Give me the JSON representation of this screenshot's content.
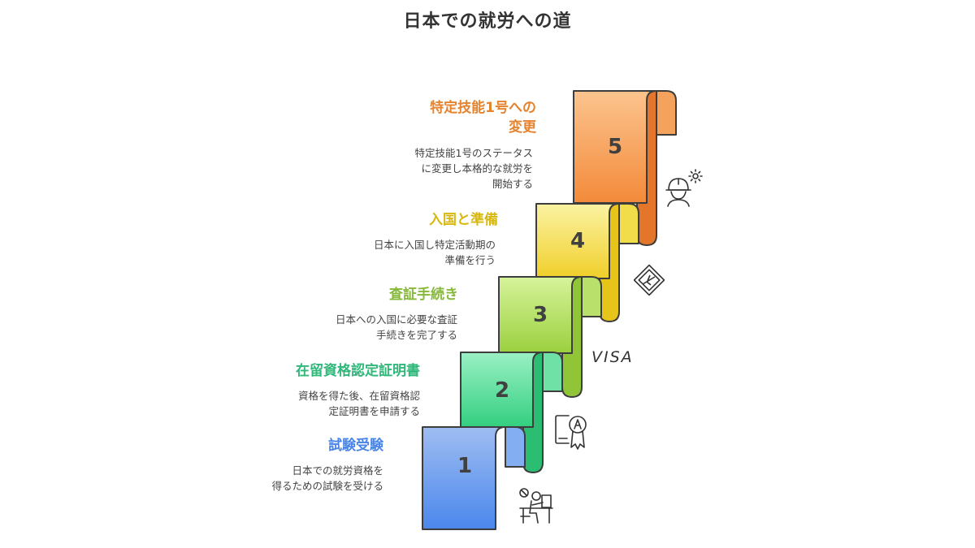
{
  "title": "日本での就労への道",
  "steps": [
    {
      "number": "1",
      "heading": "試験受験",
      "desc_lines": [
        "日本での就労資格を",
        "得るための試験を受ける"
      ],
      "color": "#4a86e8",
      "icon": "exam-desk-icon"
    },
    {
      "number": "2",
      "heading": "在留資格認定証明書",
      "desc_lines": [
        "資格を得た後、在留資格認",
        "定証明書を申請する"
      ],
      "color": "#2ec27e",
      "icon": "certificate-award-icon"
    },
    {
      "number": "3",
      "heading": "査証手続き",
      "desc_lines": [
        "日本への入国に必要な査証",
        "手続きを完了する"
      ],
      "color": "#8bc34a",
      "icon": "visa-text-icon"
    },
    {
      "number": "4",
      "heading": "入国と準備",
      "desc_lines": [
        "日本に入国し特定活動期の",
        "準備を行う"
      ],
      "color": "#e6c619",
      "icon": "airplane-sign-icon"
    },
    {
      "number": "5",
      "heading_lines": [
        "特定技能1号への",
        "変更"
      ],
      "desc_lines": [
        "特定技能1号のステータス",
        "に変更し本格的な就労を",
        "開始する"
      ],
      "color": "#f08a3e",
      "icon": "worker-gear-icon"
    }
  ],
  "visa_label": "VISA"
}
